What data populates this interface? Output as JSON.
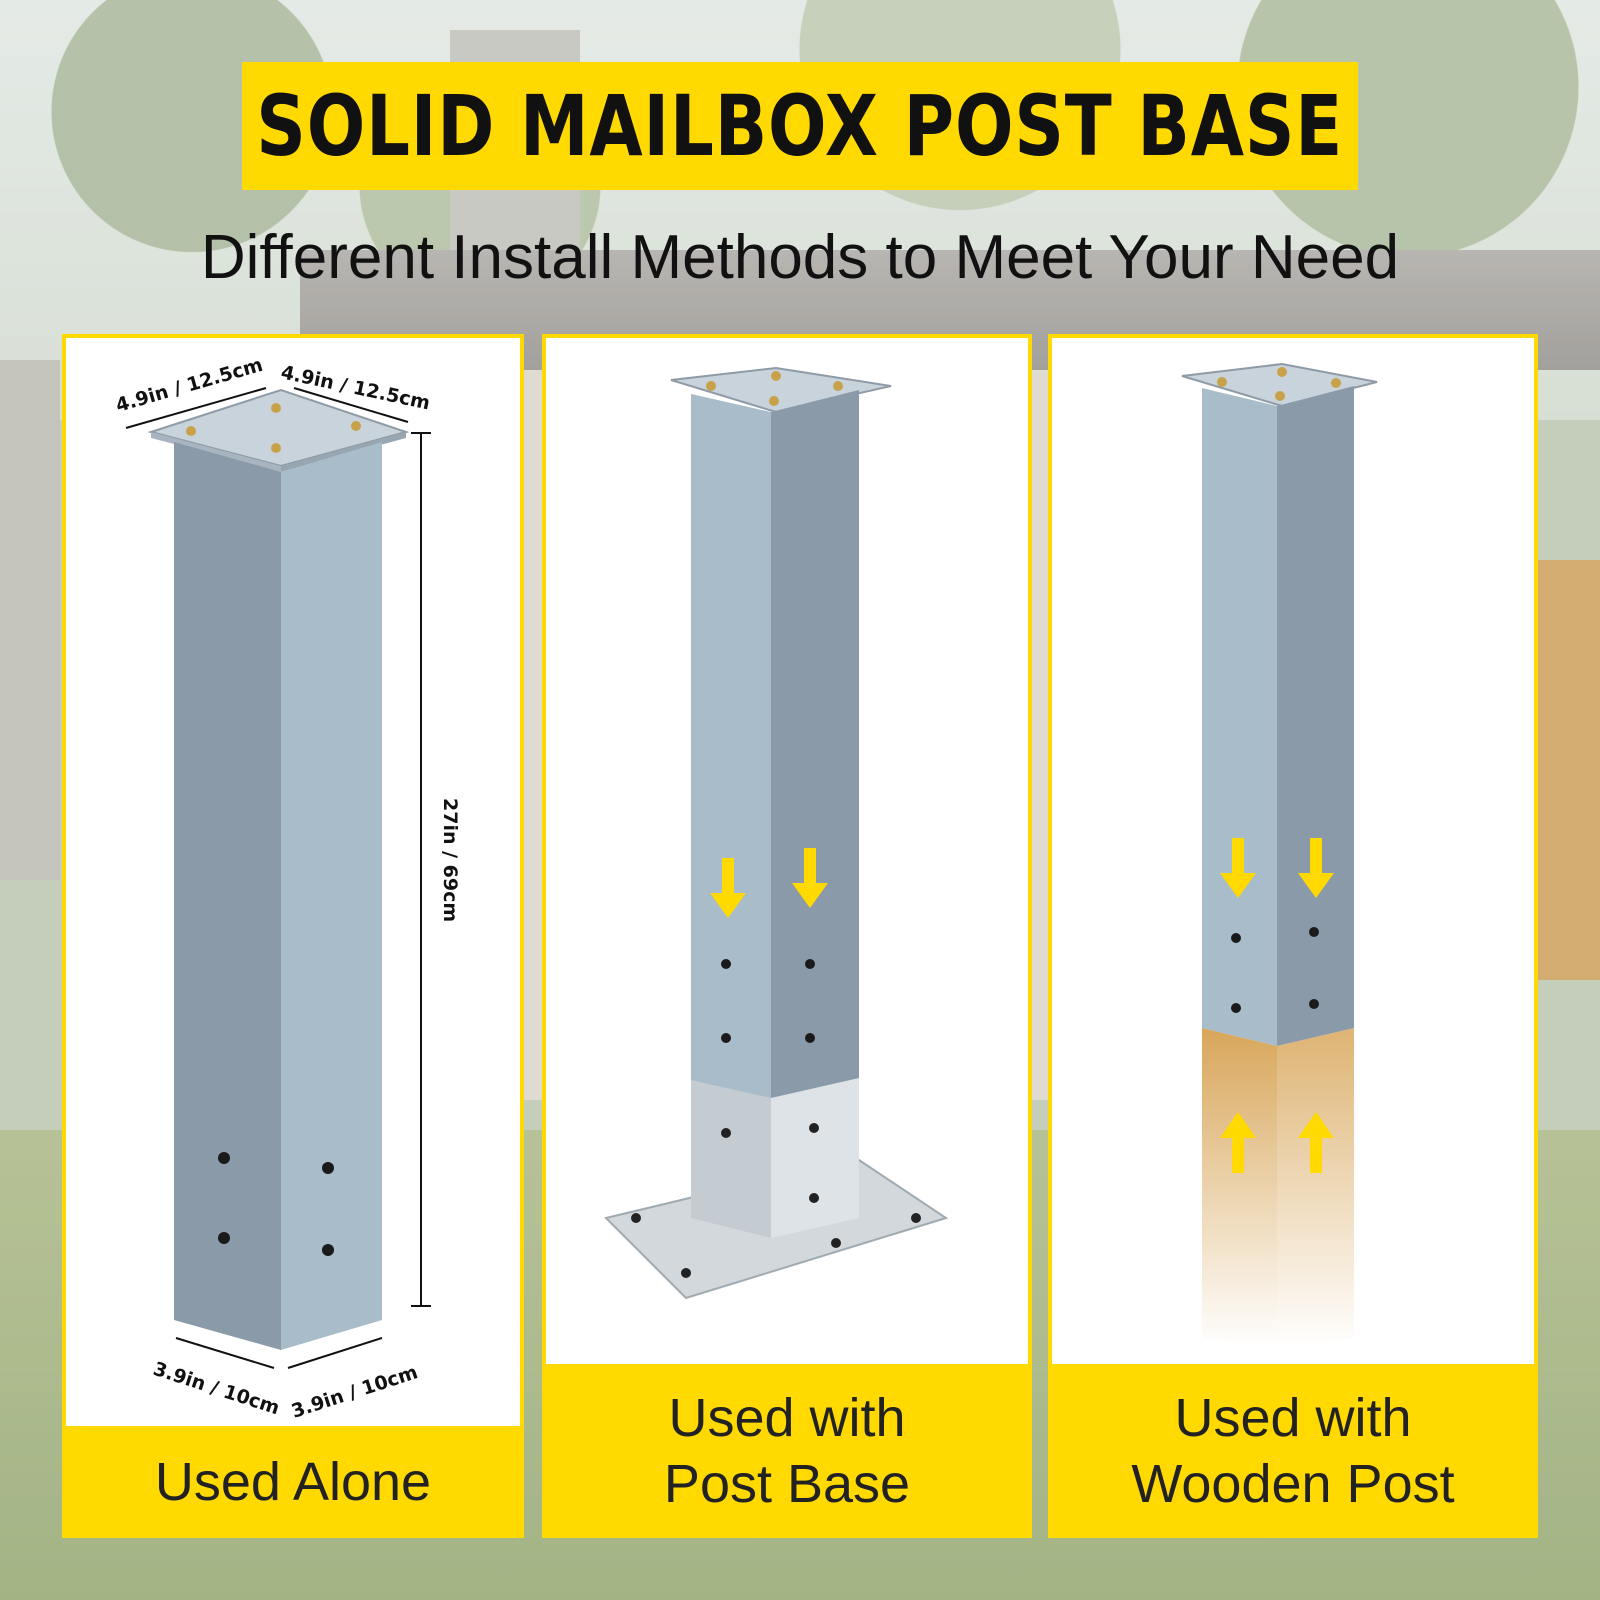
{
  "header": {
    "title": "SOLID MAILBOX POST BASE",
    "subtitle": "Different Install Methods to Meet Your Need"
  },
  "panels": [
    {
      "label_lines": [
        "Used Alone"
      ],
      "dimensions": {
        "top_left": "4.9in / 12.5cm",
        "top_right": "4.9in / 12.5cm",
        "height": "27in / 69cm",
        "bottom_left": "3.9in / 10cm",
        "bottom_right": "3.9in / 10cm"
      }
    },
    {
      "label_lines": [
        "Used with",
        "Post Base"
      ]
    },
    {
      "label_lines": [
        "Used with",
        "Wooden Post"
      ]
    }
  ],
  "colors": {
    "accent": "#ffd900",
    "post_light": "#a9bcc9",
    "post_dark": "#8a9aa8",
    "wood": "#d8a65a"
  }
}
